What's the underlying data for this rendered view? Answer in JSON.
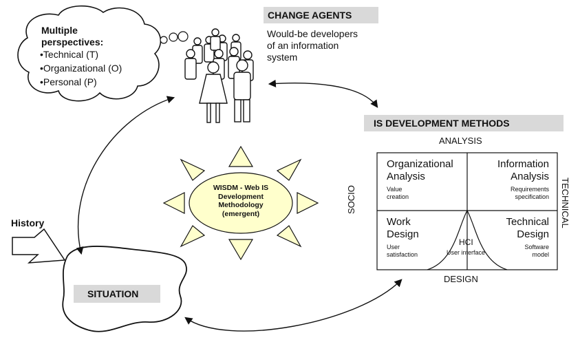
{
  "thought": {
    "heading_1": "Multiple",
    "heading_2": "perspectives:",
    "items": [
      "•Technical (T)",
      "•Organizational (O)",
      "•Personal (P)"
    ]
  },
  "change_agents": {
    "title": "CHANGE AGENTS",
    "line_1": "Would-be developers",
    "line_2": "of an information",
    "line_3": "system"
  },
  "methods": {
    "title": "IS DEVELOPMENT METHODS",
    "top_label": "ANALYSIS",
    "bottom_label": "DESIGN",
    "left_label": "SOCIO",
    "right_label": "TECHNICAL",
    "quadrants": {
      "tl": {
        "t1": "Organizational",
        "t2": "Analysis",
        "s1": "Value",
        "s2": "creation"
      },
      "tr": {
        "t1": "Information",
        "t2": "Analysis",
        "s1": "Requirements",
        "s2": "specification"
      },
      "bl": {
        "t1": "Work",
        "t2": "Design",
        "s1": "User",
        "s2": "satisfaction"
      },
      "br": {
        "t1": "Technical",
        "t2": "Design",
        "s1": "Software",
        "s2": "model"
      }
    },
    "hci_title": "HCI",
    "hci_sub": "User interface"
  },
  "wisdm": {
    "line_1": "WISDM - Web IS",
    "line_2": "Development",
    "line_3": "Methodology",
    "line_4": "(emergent)"
  },
  "history_label": "History",
  "situation_label": "SITUATION",
  "colors": {
    "sun_fill": "#ffffcc",
    "header_fill": "#d9d9d9",
    "ink": "#111111"
  },
  "icons": [
    "thought-bubble-icon",
    "people-group-icon",
    "sun-icon",
    "history-arrow-icon",
    "cloud-icon"
  ]
}
